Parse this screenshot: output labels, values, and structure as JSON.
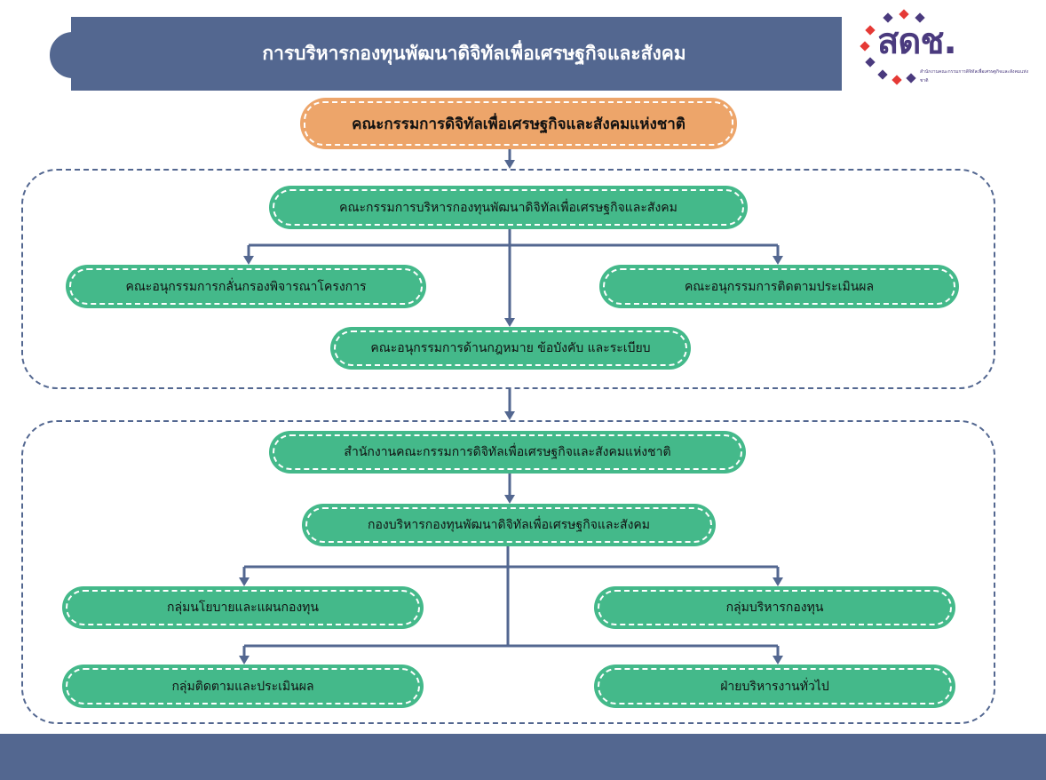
{
  "header": {
    "title": "การบริหารกองทุนพัฒนาดิจิทัลเพื่อเศรษฐกิจและสังคม"
  },
  "logo": {
    "mark": "สดช.",
    "subtitle": "สำนักงานคณะกรรมการดิจิทัลเพื่อเศรษฐกิจและสังคมแห่งชาติ"
  },
  "colors": {
    "navy": "#536790",
    "green": "#44b98a",
    "orange": "#eda56a"
  },
  "chart": {
    "top": "คณะกรรมการดิจิทัลเพื่อเศรษฐกิจและสังคมแห่งชาติ",
    "board": "คณะกรรมการบริหารกองทุนพัฒนาดิจิทัลเพื่อเศรษฐกิจและสังคม",
    "sub_screening": "คณะอนุกรรมการกลั่นกรองพิจารณาโครงการ",
    "sub_evaluation": "คณะอนุกรรมการติดตามประเมินผล",
    "sub_legal": "คณะอนุกรรมการด้านกฎหมาย ข้อบังคับ และระเบียบ",
    "office": "สำนักงานคณะกรรมการดิจิทัลเพื่อเศรษฐกิจและสังคมแห่งชาติ",
    "division": "กองบริหารกองทุนพัฒนาดิจิทัลเพื่อเศรษฐกิจและสังคม",
    "group_policy": "กลุ่มนโยบายและแผนกองทุน",
    "group_fund": "กลุ่มบริหารกองทุน",
    "group_monitor": "กลุ่มติดตามและประเมินผล",
    "group_admin": "ฝ่ายบริหารงานทั่วไป"
  }
}
